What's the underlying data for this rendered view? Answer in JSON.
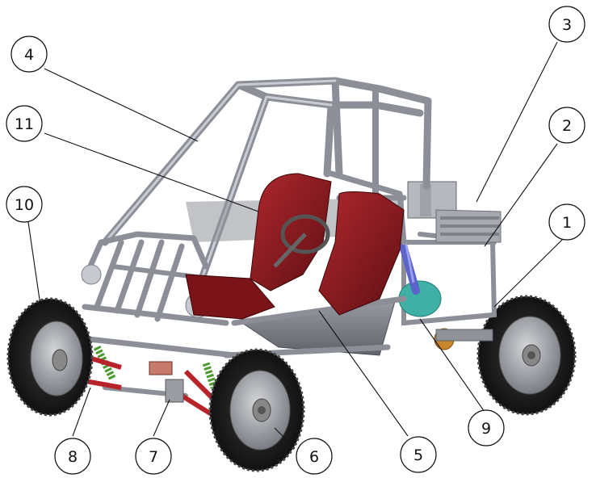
{
  "figure": {
    "colors": {
      "frame": "#8c8f97",
      "frame_highlight": "#c9ccd3",
      "seat": "#8b1a1f",
      "tire": "#1c1c1c",
      "rim": "#9a9da3",
      "panel": "#7d8088",
      "coil_green": "#4a9a2e",
      "arm_red": "#b8232a",
      "shock_blue": "#5c63c9",
      "tank_teal": "#3fb0a6",
      "callout_line": "#111111"
    },
    "callouts": [
      {
        "id": "c1",
        "label": "1"
      },
      {
        "id": "c2",
        "label": "2"
      },
      {
        "id": "c3",
        "label": "3"
      },
      {
        "id": "c4",
        "label": "4"
      },
      {
        "id": "c5",
        "label": "5"
      },
      {
        "id": "c6",
        "label": "6"
      },
      {
        "id": "c7",
        "label": "7"
      },
      {
        "id": "c8",
        "label": "8"
      },
      {
        "id": "c9",
        "label": "9"
      },
      {
        "id": "c10",
        "label": "10"
      },
      {
        "id": "c11",
        "label": "11"
      }
    ]
  }
}
